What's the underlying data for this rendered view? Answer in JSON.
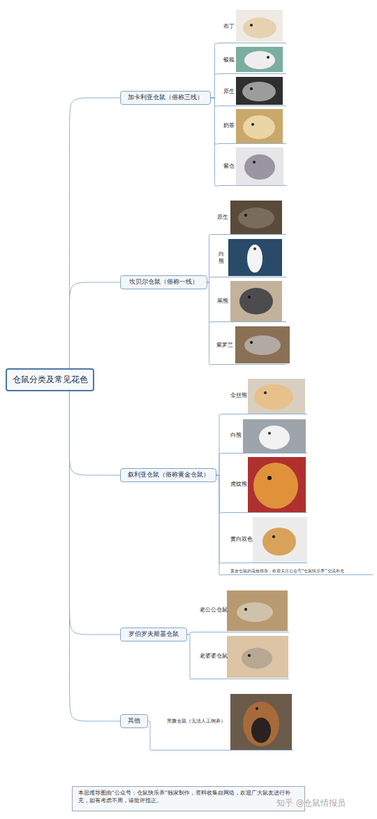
{
  "diagram": {
    "caption": "本思维导图由“公众号：仓鼠快乐养”独家制作，资料收集自网络，欢迎广大鼠友进行补充，如有考虑不周，请批评指正。",
    "nodes": [
      {
        "text": [
          "仓鼠分类及常见花色"
        ]
      },
      {
        "text": [
          "加卡利亚仓鼠（俗称三线）"
        ]
      },
      {
        "text": [
          "布丁"
        ]
      },
      {
        "text": [
          "银狐"
        ]
      },
      {
        "text": [
          "原生"
        ]
      },
      {
        "text": [
          "奶茶"
        ]
      },
      {
        "text": [
          "紫仓"
        ]
      },
      {
        "text": [
          "坎贝尔仓鼠（俗称一线）"
        ]
      },
      {
        "text": [
          "原生"
        ]
      },
      {
        "text": [
          "白熊"
        ]
      },
      {
        "text": [
          "黑熊"
        ]
      },
      {
        "text": [
          "紫罗兰"
        ]
      },
      {
        "text": [
          "叙利亚仓鼠（俗称黄金仓鼠）"
        ]
      },
      {
        "text": [
          "金丝熊"
        ]
      },
      {
        "text": [
          "白熊"
        ]
      },
      {
        "text": [
          "虎纹熊"
        ]
      },
      {
        "text": [
          "黄白双色"
        ]
      },
      {
        "text": [
          "黄金仓鼠的花色很杂，欢迎关注公众号“仓鼠快乐养”交流补充"
        ]
      },
      {
        "text": [
          "罗伯罗夫斯基仓鼠"
        ]
      },
      {
        "text": [
          "老公公仓鼠"
        ]
      },
      {
        "text": [
          "老婆婆仓鼠"
        ]
      },
      {
        "text": [
          "其他"
        ]
      },
      {
        "text": [
          "黑腹仓鼠（无法人工饲养）"
        ]
      }
    ],
    "edges": [
      {
        "from": 0,
        "to": 1,
        "arrow": "none"
      },
      {
        "from": 1,
        "to": 2,
        "arrow": "none"
      },
      {
        "from": 1,
        "to": 3,
        "arrow": "none"
      },
      {
        "from": 1,
        "to": 4,
        "arrow": "none"
      },
      {
        "from": 1,
        "to": 5,
        "arrow": "none"
      },
      {
        "from": 1,
        "to": 6,
        "arrow": "none"
      },
      {
        "from": 0,
        "to": 7,
        "arrow": "none"
      },
      {
        "from": 7,
        "to": 8,
        "arrow": "none"
      },
      {
        "from": 7,
        "to": 9,
        "arrow": "none"
      },
      {
        "from": 7,
        "to": 10,
        "arrow": "none"
      },
      {
        "from": 7,
        "to": 11,
        "arrow": "none"
      },
      {
        "from": 0,
        "to": 12,
        "arrow": "none"
      },
      {
        "from": 12,
        "to": 13,
        "arrow": "none"
      },
      {
        "from": 12,
        "to": 14,
        "arrow": "none"
      },
      {
        "from": 12,
        "to": 15,
        "arrow": "none"
      },
      {
        "from": 12,
        "to": 16,
        "arrow": "none"
      },
      {
        "from": 12,
        "to": 17,
        "arrow": "none"
      },
      {
        "from": 0,
        "to": 18,
        "arrow": "none"
      },
      {
        "from": 18,
        "to": 19,
        "arrow": "none"
      },
      {
        "from": 18,
        "to": 20,
        "arrow": "none"
      },
      {
        "from": 0,
        "to": 21,
        "arrow": "none"
      },
      {
        "from": 21,
        "to": 22,
        "arrow": "none"
      }
    ],
    "labels": [
      "知乎 @仓鼠情报员"
    ]
  }
}
